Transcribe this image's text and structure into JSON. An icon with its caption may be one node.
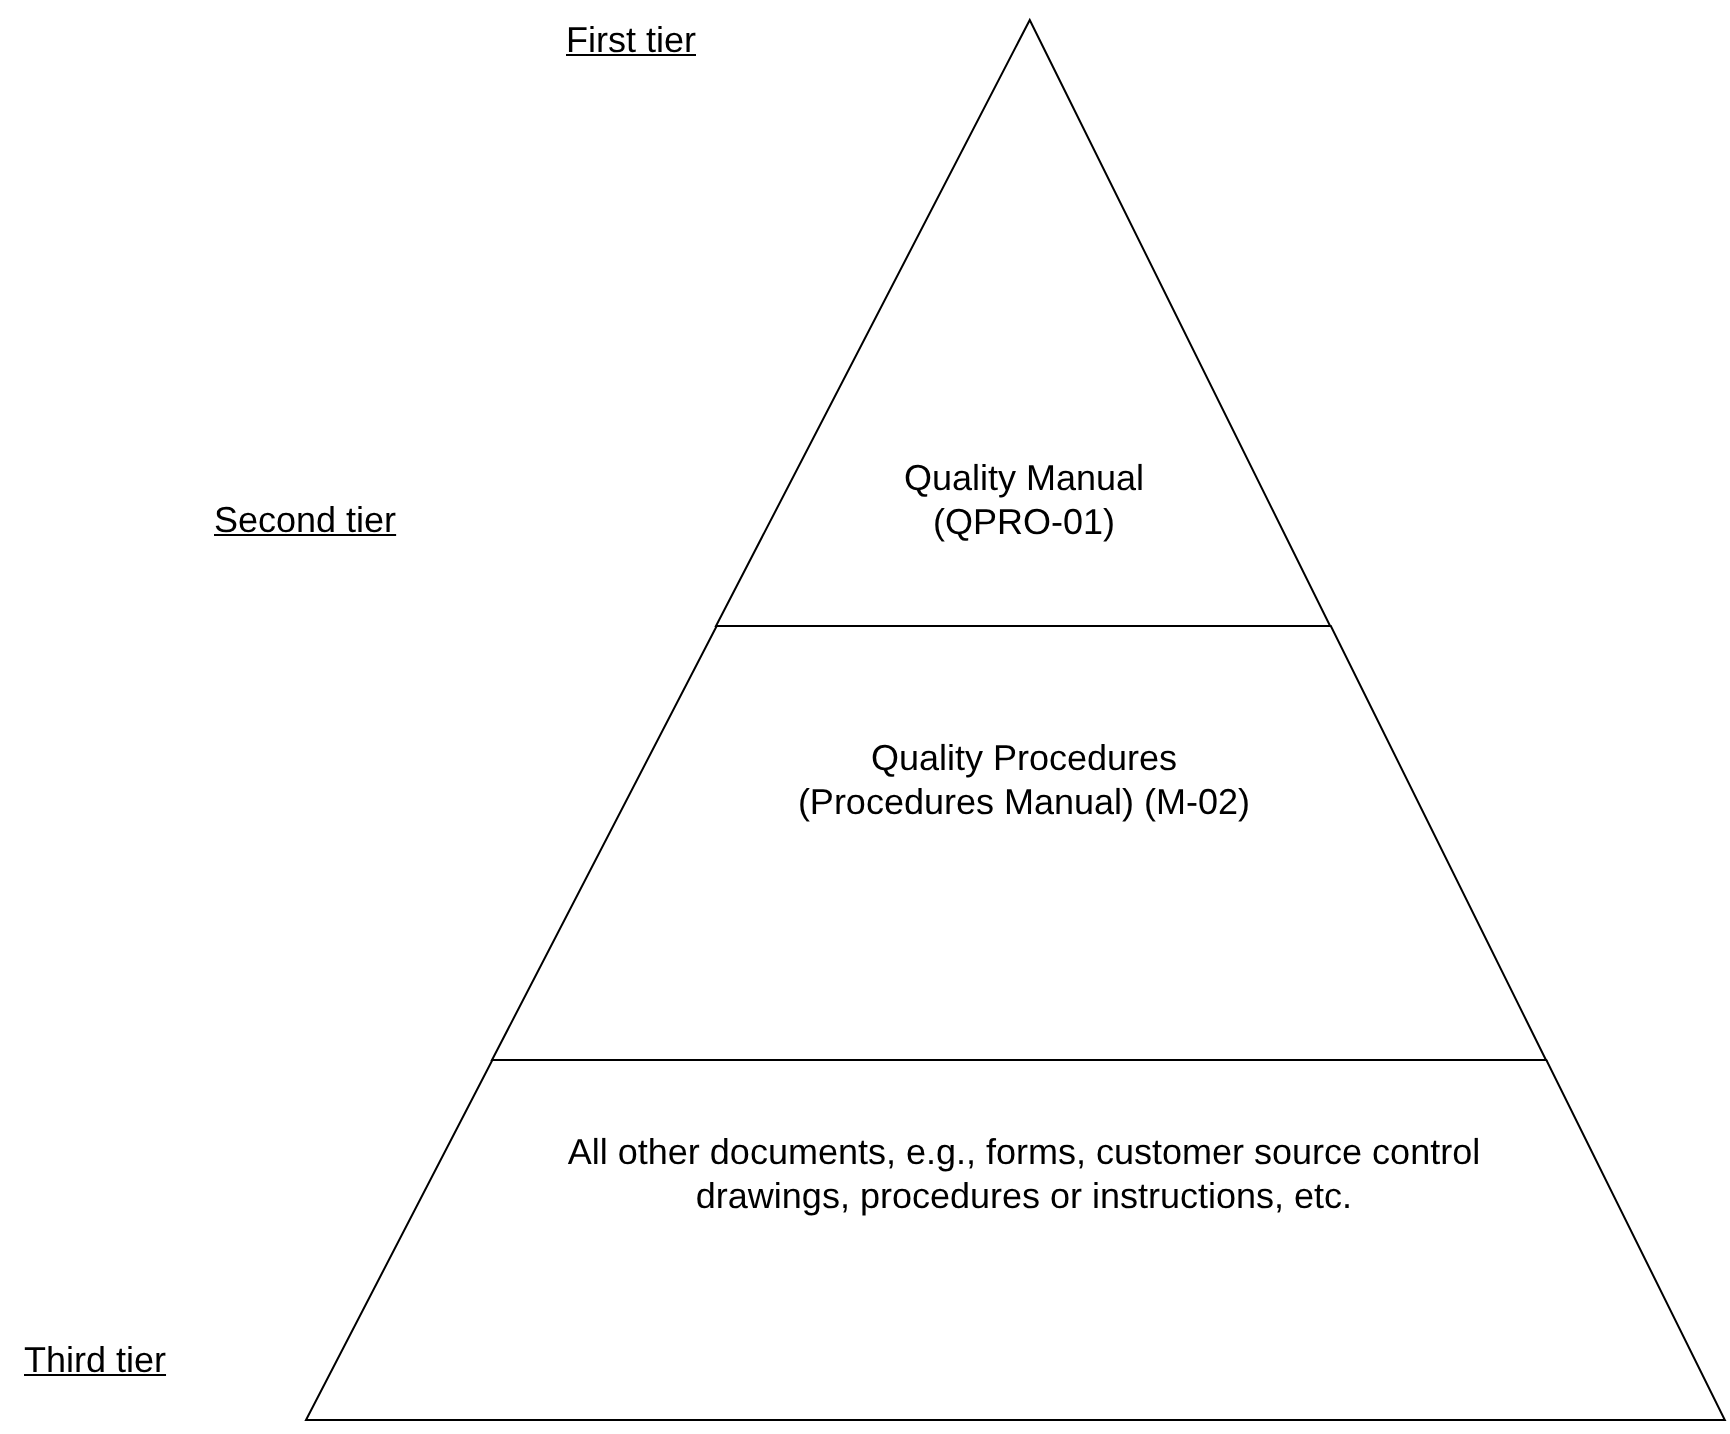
{
  "diagram": {
    "nodes": [
      {
        "text": [
          "Quality Manual (QPRO-01)"
        ],
        "beside": [
          "First tier"
        ]
      },
      {
        "text": [
          "Quality Procedures (Procedures Manual) (M-02)"
        ],
        "beside": [
          "Second tier"
        ]
      },
      {
        "text": [
          "All other documents, e.g., forms, customer source control drawings, procedures or instructions, etc."
        ],
        "beside": [
          "Third tier"
        ]
      }
    ]
  }
}
